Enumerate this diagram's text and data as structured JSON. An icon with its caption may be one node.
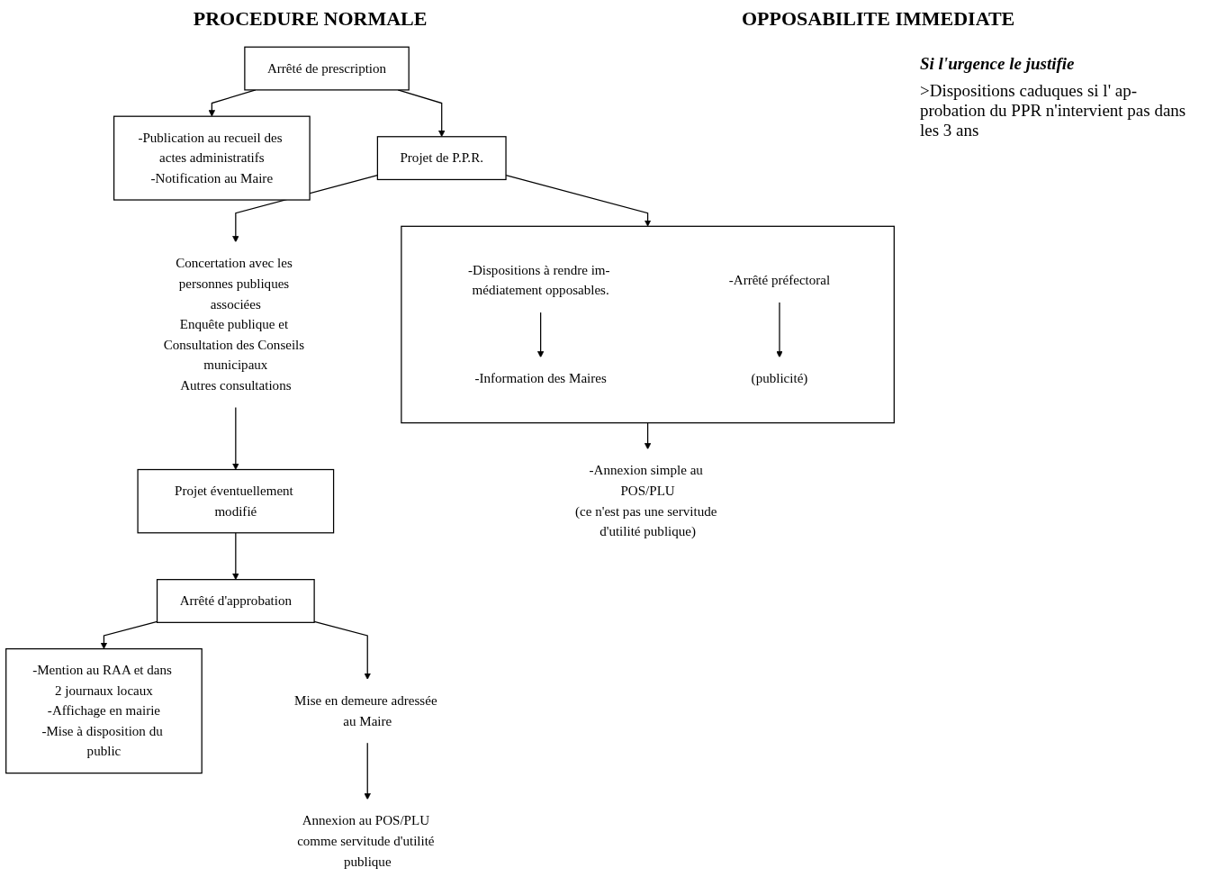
{
  "diagram": {
    "nodes": [
      {
        "text": [
          "-Publication au recueil des actes administratifs",
          "-Notification au Maire"
        ]
      },
      {
        "text": [
          "Arrêté de prescription"
        ]
      },
      {
        "text": [
          "Projet de P.P.R."
        ]
      },
      {
        "text": [],
        "shape": "box"
      },
      {
        "text": [
          "-Dispositions à rendre im- médiatement opposables."
        ],
        "in": 3
      },
      {
        "text": [
          "-Information des Maires"
        ],
        "in": 3
      },
      {
        "text": [
          "-Arrêté préfectoral"
        ],
        "in": 3
      },
      {
        "text": [
          "(publicité)"
        ],
        "in": 3
      },
      {
        "text": [
          "Concertation avec les personnes publiques associées",
          "Enquête publique et Consultation des Conseils municipaux",
          "Autres consultations"
        ]
      },
      {
        "text": [
          "-Mention au RAA et dans 2 journaux locaux",
          "-Affichage en mairie",
          "-Mise à disposition du public"
        ]
      },
      {
        "text": [
          "Projet éventuellement modifié"
        ]
      },
      {
        "text": [
          "-Annexion simple au POS/PLU",
          "(ce n'est pas une servitude d'utilité publique)"
        ]
      },
      {
        "text": [
          "Arrêté d'approbation"
        ]
      },
      {
        "text": [
          "Mise en demeure adressée au Maire"
        ]
      },
      {
        "text": [
          "Annexion au POS/PLU comme servitude d'utilité publique"
        ]
      }
    ],
    "edges": [
      {
        "from": 1,
        "to": 0,
        "arrow": "to"
      },
      {
        "from": 1,
        "to": 2,
        "arrow": "to"
      },
      {
        "from": 2,
        "to": 3,
        "arrow": "to"
      },
      {
        "from": 4,
        "to": 5,
        "arrow": "to"
      },
      {
        "from": 6,
        "to": 7,
        "arrow": "to"
      },
      {
        "from": 2,
        "to": 8,
        "arrow": "to"
      },
      {
        "from": 8,
        "to": 10,
        "arrow": "to"
      },
      {
        "from": 10,
        "to": 12,
        "arrow": "to"
      },
      {
        "from": 12,
        "to": 9,
        "arrow": "to"
      },
      {
        "from": 3,
        "to": 11,
        "arrow": "to"
      },
      {
        "from": 12,
        "to": 13,
        "arrow": "to"
      },
      {
        "from": 13,
        "to": 14,
        "arrow": "to"
      }
    ],
    "labels": [
      "PROCEDURE NORMALE",
      "OPPOSABILITE IMMEDIATE",
      "Si l'urgence le justifie",
      ">Dispositions caduques si l' ap- probation du PPR n'intervient pas dans les 3 ans"
    ]
  }
}
